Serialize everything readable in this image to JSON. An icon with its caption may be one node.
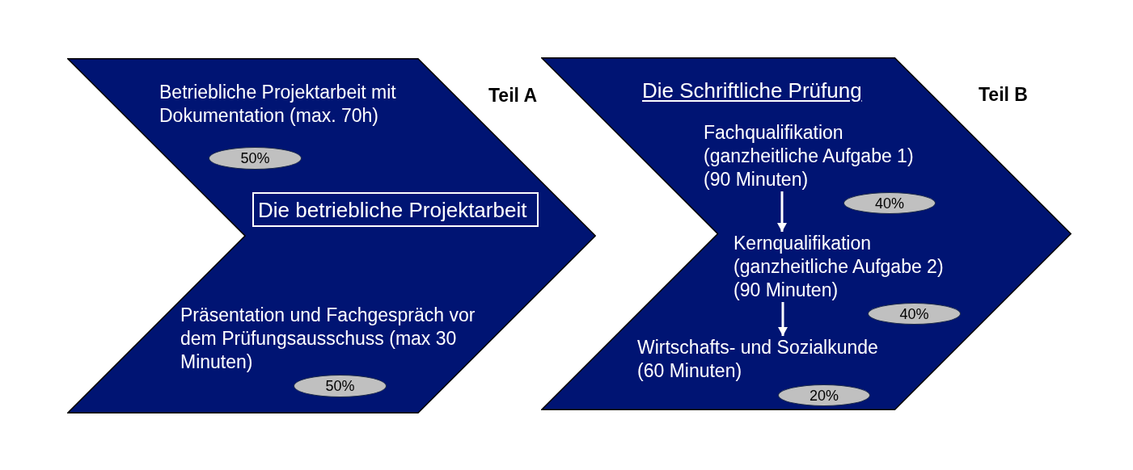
{
  "diagram": {
    "nodes": [
      {
        "text": [
          "Betriebliche Projektarbeit mit Dokumentation (max. 70h)",
          "Teil A",
          "Präsentation und Fachgespräch vor dem Prüfungsausschuss (max 30 Minuten)"
        ]
      },
      {
        "text": [
          "50%"
        ],
        "in": 0
      },
      {
        "text": [
          "Die betriebliche Projektarbeit"
        ],
        "in": 0
      },
      {
        "text": [
          "50%"
        ],
        "in": 0
      },
      {
        "text": [
          "Die Schriftliche Prüfung",
          "Teil B"
        ]
      },
      {
        "text": [
          "Fachqualifikation (ganzheitliche Aufgabe 1) (90 Minuten)"
        ],
        "in": 4
      },
      {
        "text": [
          "40%"
        ],
        "in": 4
      },
      {
        "text": [
          "Kernqualifikation (ganzheitliche Aufgabe 2) (90 Minuten)"
        ],
        "in": 4
      },
      {
        "text": [
          "40%"
        ],
        "in": 4
      },
      {
        "text": [
          "Wirtschafts- und Sozialkunde (60 Minuten)"
        ],
        "in": 4
      },
      {
        "text": [
          "20%"
        ],
        "in": 4
      }
    ],
    "edges": [
      {
        "from": 5,
        "to": 7,
        "arrow": "to"
      },
      {
        "from": 7,
        "to": 9,
        "arrow": "to"
      }
    ]
  }
}
